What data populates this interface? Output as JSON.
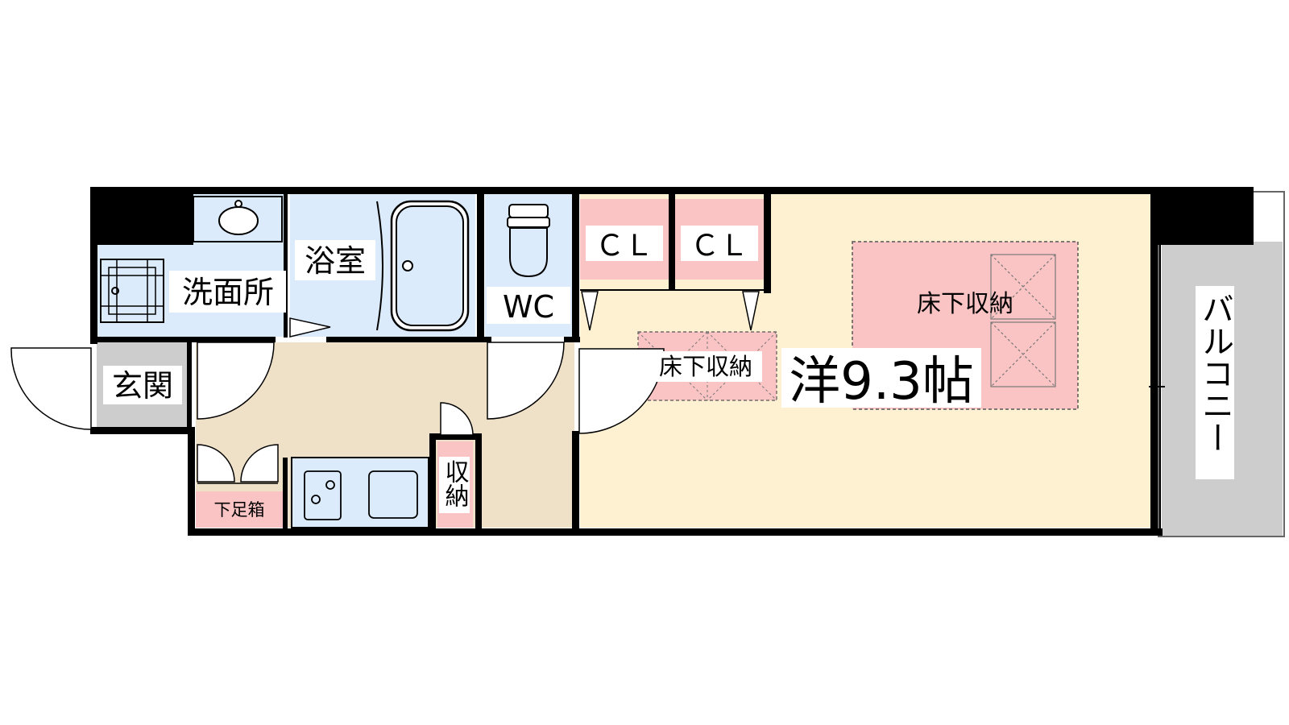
{
  "rooms": {
    "washroom": "洗面所",
    "bathroom": "浴室",
    "toilet": "WC",
    "closet1": "ＣＬ",
    "closet2": "ＣＬ",
    "underfloor_storage_large": "床下収納",
    "underfloor_storage_small": "床下収納",
    "western_room": "洋9.3帖",
    "entrance": "玄関",
    "shoe_box": "下足箱",
    "storage": "収納",
    "balcony": "バルコニー"
  },
  "colors": {
    "western_room": "#fdf1d2",
    "kitchen_hall": "#efe0c8",
    "wet_area": "#dcebfb",
    "storage": "#fbc4c4",
    "entrance": "#cdcdcd",
    "balcony": "#cdcdcd",
    "walls": "#000000"
  }
}
